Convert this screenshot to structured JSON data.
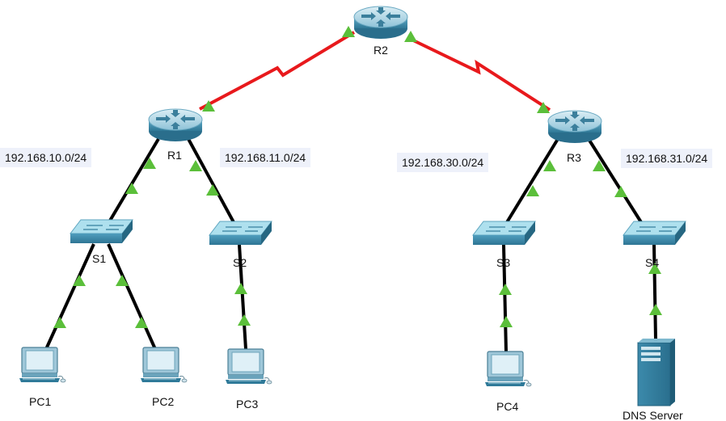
{
  "devices": {
    "r1": "R1",
    "r2": "R2",
    "r3": "R3",
    "s1": "S1",
    "s2": "S2",
    "s3": "S3",
    "s4": "S4",
    "pc1": "PC1",
    "pc2": "PC2",
    "pc3": "PC3",
    "pc4": "PC4",
    "dns": "DNS Server"
  },
  "networks": {
    "r1_left": "192.168.10.0/24",
    "r1_right": "192.168.11.0/24",
    "r3_left": "192.168.30.0/24",
    "r3_right": "192.168.31.0/24"
  },
  "colors": {
    "serial_link": "#e8191c",
    "ethernet_link": "#000000",
    "link_up": "#5bbf3a",
    "device": "#4a93b3"
  }
}
